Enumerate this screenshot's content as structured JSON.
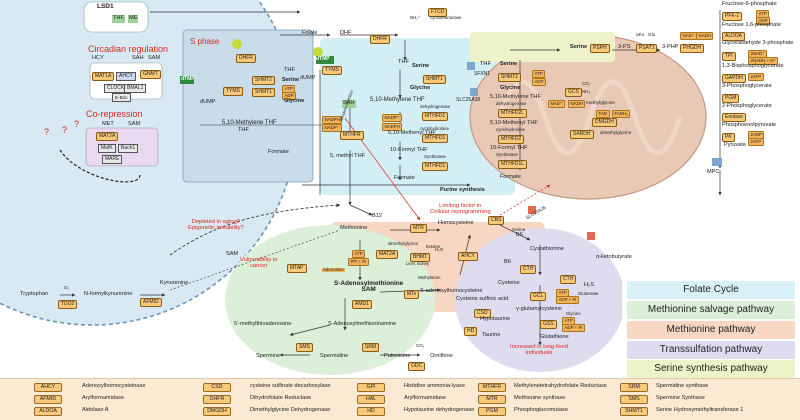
{
  "nucleus": {
    "lsd1": "LSD1",
    "thf": "THF",
    "me": "ME",
    "circadian_title": "Circadian regulation",
    "hcy": "HCY",
    "sah": "SAH",
    "sam": "SAM",
    "mat1a": "MAT1A",
    "ahcy": "AHCY",
    "gnmt": "GNMT",
    "clock": "CLOCK",
    "bmal1": "BMAL1",
    "ebox": "E-Box",
    "corepression_title": "Co-repression",
    "met": "MET",
    "mat2a": "MAT2A",
    "mafk": "MafK",
    "bach1": "Bach1",
    "mare": "MARE",
    "question": "?"
  },
  "sphase": {
    "title": "S phase",
    "dhfr": "DHFR",
    "dtmp": "dTMP",
    "dump": "dUMP",
    "tyms": "TYMS",
    "shmt1": "SHMT1",
    "shmt2": "SHMT2",
    "thf": "THF",
    "serine": "Serine",
    "glycine": "Glycine",
    "mth": "5,10-Methylene THF",
    "atp": "ATP",
    "adp": "ADP"
  },
  "cyto": {
    "folate": "Folate",
    "dhf": "DHF",
    "dhfr": "DHFR",
    "ftcd": "FTCD",
    "nh3": "NH₃⁺",
    "cyclodeaminase": "cyclodeaminase",
    "thf": "THF",
    "serine": "Serine",
    "shmt1": "SHMT1",
    "glycine": "Glycine",
    "methylene_thf": "5,10-Methylene THF",
    "dtmp": "dTMP",
    "dump": "dUMP",
    "tyms": "TYMS",
    "sah": "SAH",
    "dehydrogenase": "dehydrogenase",
    "mthfd1": "MTHFD1",
    "nadp_plus": "NADP⁺",
    "nadph": "NADPH",
    "methenyl_thf": "5,10-Methenyl THF",
    "cyclohydrolase": "cyclohydrolase",
    "formyl_thf": "10-Formyl THF",
    "synthetase": "Synthetase",
    "formate": "Formate",
    "purine": "Purine synthesis",
    "mthfr": "MTHFR",
    "methyl_thf": "5, methyl THF",
    "sfxn1": "SFXN1",
    "slc25a38": "SLC25A38",
    "allosteric_inhibition": "Allosteric inhibition"
  },
  "mito": {
    "serine": "Serine",
    "glycine": "Glycine",
    "thf": "THF",
    "shmt2": "SHMT2",
    "atp": "ATP",
    "adp": "ADP",
    "methylene_thf": "5,10-Methylene THF",
    "dehydrogenase": "dehydrogenase",
    "mthfd2l": "MTHFD2L",
    "methenyl_thf": "5,10-Methenyl THF",
    "cyclohydrolase": "cyclohydrolase",
    "mthfd2": "MTHFD2",
    "formyl_thf": "10-Formyl THF",
    "synthetase": "Synthetase",
    "mthfd1l": "MTHFD1L",
    "formate": "Formate",
    "gcs": "GCS",
    "nad": "NAD⁺",
    "nadh": "NADH",
    "co2": "CO₂",
    "nh3": "NH₃",
    "methylglycine": "methylglycine",
    "sardh": "SARDH",
    "dmgdh": "DMGDH",
    "dimethylglycine": "dimethylglycine",
    "fad": "FAD",
    "fadh2": "FADH₂",
    "mpc": "MPC"
  },
  "serine_path": {
    "serine": "Serine",
    "psph": "PSPH",
    "ps3": "3-PS",
    "psat1": "PSAT1",
    "php3": "3-PHP",
    "phgdh": "PHGDH",
    "akg": "αKo",
    "glu": "Glu",
    "nad": "NAD⁺",
    "nadh": "NADH"
  },
  "glycolysis": {
    "f6p": "Fructose-6-phosphate",
    "pfk1": "PFK-1",
    "fbp": "Fructose 1,6-phosphate",
    "aldoa": "ALDOA",
    "g3p": "Glyceraldehyde 3-phosphate",
    "tpi": "TPI",
    "bpg": "1,3-Bisphosphoglycerate",
    "gapdh": "GAPDH",
    "pg3": "3-Phosphoglycerate",
    "pgm": "PGM",
    "pg2": "2-Phosphoglycerate",
    "enolase": "Enolase",
    "pep": "Phosphoenolpyruvate",
    "pk": "PK",
    "pyruvate": "Pyruvate",
    "atp": "ATP",
    "adp": "ADP",
    "nad": "2NAD⁺",
    "nadh": "2NADH + H⁺",
    "atp2": "2ATP",
    "adp2": "2ADP"
  },
  "methionine": {
    "methionine": "Methionine",
    "mtr": "MTR",
    "b12": "B12",
    "homocysteine": "Homocysteine",
    "mat2a": "MAT2A",
    "bhmt": "BHMT",
    "betaine": "betaine",
    "dimethylglycine": "dimethylglycine",
    "liver_kidney": "Liver, kidney",
    "ahcy": "AHCY",
    "adenosine": "Adenosine",
    "sam": "S-Adenosylmethionine\nSAM",
    "sam_short": "SAM",
    "mts": "MTs",
    "sah": "S-adenosylhomocysteine",
    "atp": "ATP",
    "ppi": "PPi + Pi",
    "h2o": "H₂O",
    "amd1": "AMD1",
    "mtap": "MTAP",
    "mta": "5'-methylthioadenosine",
    "dsam": "S-Adenosylmethioninamine",
    "sms": "SMS",
    "srm": "SRM",
    "spermine": "Spermine",
    "spermidine": "Spermidine",
    "putrescine": "Putrescine",
    "odc": "ODC",
    "ornithine": "Ornithine",
    "co2": "CO₂",
    "tryptophan": "Tryptophan",
    "tdo2": "TDO2",
    "nfk": "N-formylkynurenine",
    "kynurenine": "Kynurenine",
    "afmid": "AFMID",
    "o2": "O₂",
    "methylation": "Methylation",
    "sam_hook": "SAM"
  },
  "transsulf": {
    "cbs": "CBS",
    "serine": "Serine",
    "b6": "B6",
    "cystathionine": "Cystathionine",
    "cth": "CTH",
    "akb": "α-ketobutyrate",
    "cysteine": "Cysteine",
    "h2s": "H₂S",
    "cysteine_sulfinic": "Cysteine sulfinic acid",
    "csd": "CSD",
    "hypotaurine": "Hypotaurine",
    "hd": "HD",
    "taurine": "Taurine",
    "gcl": "GCL",
    "gamma_gc": "γ-glutamylcysteine",
    "gss": "GSS",
    "glutathione": "Glutathione",
    "glycine": "Glycine",
    "glutamate": "Glutamate",
    "atp_adp": "ATP",
    "adp_pi": "ADP + Pi",
    "slc25a26": "SLC25A26"
  },
  "annotations": {
    "limiting": "Limiting factor in\nCellular reprogramming",
    "depleted": "Depleted in aging?\nEpigenetic instability?",
    "vulnerability": "Vulnerability in\ncancer",
    "increased": "Increased in long-lived\nindividuals"
  },
  "legend": [
    {
      "label": "Folate Cycle",
      "color": "#d9f0f7"
    },
    {
      "label": "Methionine salvage pathway",
      "color": "#dcefd8"
    },
    {
      "label": "Methionine pathway",
      "color": "#f7d7c4"
    },
    {
      "label": "Transsulfation pathway",
      "color": "#e0dcf0"
    },
    {
      "label": "Serine synthesis pathway",
      "color": "#eef2c8"
    }
  ],
  "abbreviations": [
    {
      "code": "AHCY",
      "name": "Adenosylhomocysteinase"
    },
    {
      "code": "AFMID",
      "name": "Arylformamidase"
    },
    {
      "code": "ALDOA",
      "name": "Aldolase A"
    },
    {
      "code": "CSD",
      "name": "cysteine sulfinate decarboxylase"
    },
    {
      "code": "DHFR",
      "name": "Dihydrofolate Reductase"
    },
    {
      "code": "DMGDH",
      "name": "Dimethylglycine Dehydrogenase"
    },
    {
      "code": "GPI",
      "name": "Histidine ammonia-lyase"
    },
    {
      "code": "HAL",
      "name": "Arylformamidase"
    },
    {
      "code": "HD",
      "name": "Hypotaurine dehydrogenase"
    },
    {
      "code": "MTHFR",
      "name": "Methylenetetrahydrofolate Reductase"
    },
    {
      "code": "MTR",
      "name": "Methionine synthase"
    },
    {
      "code": "PGM",
      "name": "Phosphoglucomutase"
    },
    {
      "code": "SRM",
      "name": "Spermidine synthase"
    },
    {
      "code": "SMS",
      "name": "Spermine Synthase"
    },
    {
      "code": "SHMT1",
      "name": "Serine Hydroxymethyltransferase 1"
    }
  ],
  "colors": {
    "nucleus_fill": "#d8e9f3",
    "mito_fill": "#e8c9b5",
    "enzyme_fill": "#f7c979",
    "red_text": "#d62a1e"
  }
}
